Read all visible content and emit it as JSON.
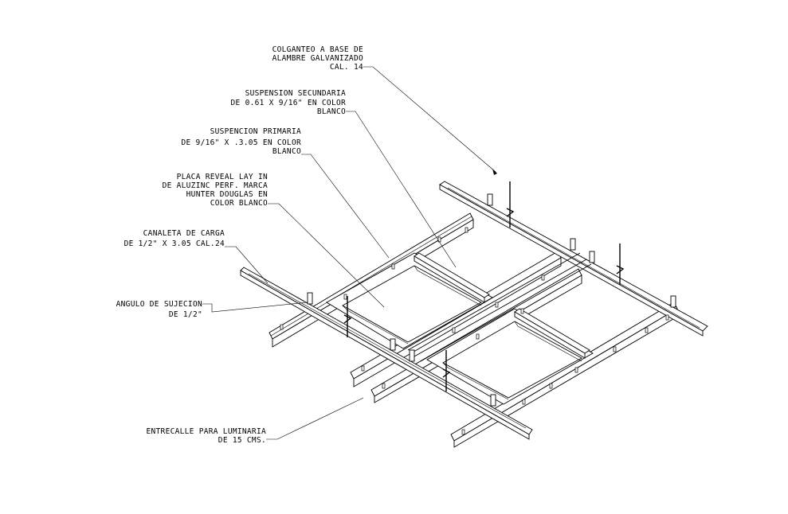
{
  "labels": {
    "colgante": [
      "COLGANTEO A BASE DE",
      "ALAMBRE GALVANIZADO",
      "CAL. 14"
    ],
    "suspension_secundaria": [
      "SUSPENSION SECUNDARIA",
      "DE 0.61 X 9/16\" EN COLOR",
      "BLANCO"
    ],
    "suspencion_primaria": [
      "SUSPENCION PRIMARIA",
      "DE 9/16\" X .3.05 EN COLOR",
      "BLANCO"
    ],
    "placa": [
      "PLACA REVEAL LAY IN",
      "DE ALUZINC PERF. MARCA",
      "HUNTER DOUGLAS EN",
      "COLOR BLANCO"
    ],
    "canaleta": [
      "CANALETA DE CARGA",
      "DE 1/2\" X 3.05 CAL.24"
    ],
    "angulo": [
      "ANGULO DE SUJECION",
      "DE 1/2\""
    ],
    "entrecalle": [
      "ENTRECALLE PARA LUMINARIA",
      "DE 15 CMS."
    ]
  }
}
